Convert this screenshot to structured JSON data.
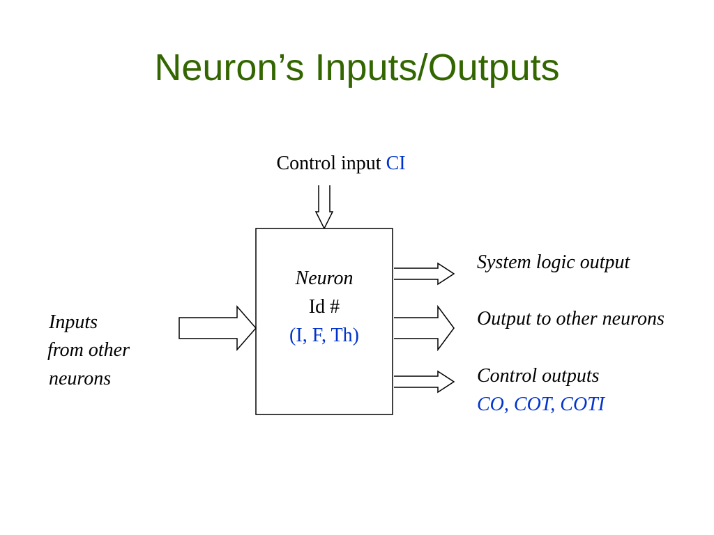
{
  "slide": {
    "title": "Neuron’s Inputs/Outputs"
  },
  "diagram": {
    "control_input": {
      "label": "Control input",
      "code": "CI"
    },
    "neuron": {
      "name": "Neuron",
      "id_label": "Id #",
      "params": "(I, F, Th)"
    },
    "inputs_label": {
      "line1": "Inputs",
      "line2": "from other",
      "line3": "neurons"
    },
    "outputs": {
      "system_logic": "System logic output",
      "to_other_neurons": "Output to other neurons",
      "control_label": "Control outputs",
      "control_codes": "CO, COT, COTI"
    },
    "colors": {
      "title": "#336600",
      "highlight": "#0033cc",
      "stroke": "#000000"
    }
  }
}
